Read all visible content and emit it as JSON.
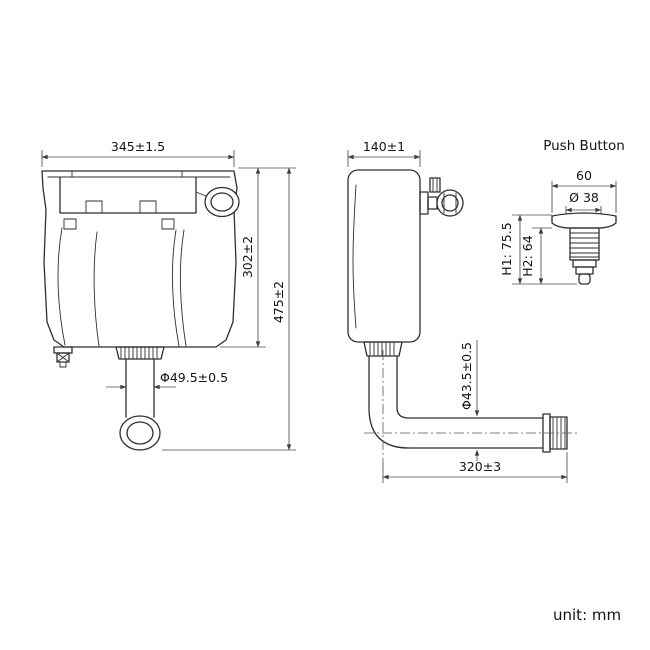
{
  "unit": "unit: mm",
  "colors": {
    "line": "#2e2e2e",
    "background": "#ffffff"
  },
  "views": {
    "front": {
      "width": "345±1.5",
      "tank_height": "302±2",
      "total_height": "475±2",
      "outlet_diameter": "Φ49.5±0.5"
    },
    "side": {
      "depth": "140±1",
      "pipe_diameter": "Φ43.5±0.5",
      "pipe_length": "320±3"
    },
    "push_button": {
      "title": "Push Button",
      "width": "60",
      "diameter": "Ø 38",
      "h1": "H1: 75.5",
      "h2": "H2: 64"
    }
  }
}
